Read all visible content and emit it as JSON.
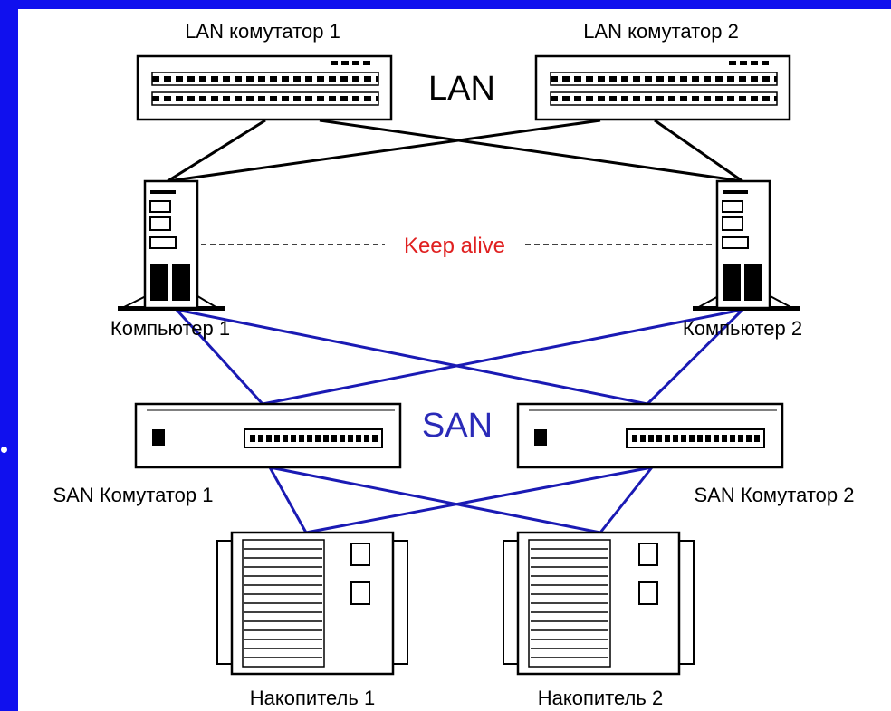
{
  "labels": {
    "lan_switch_1": "LAN комутатор 1",
    "lan_switch_2": "LAN комутатор 2",
    "lan": "LAN",
    "keep_alive": "Keep alive",
    "computer_1": "Компьютер 1",
    "computer_2": "Компьютер 2",
    "san": "SAN",
    "san_switch_1": "SAN Комутатор 1",
    "san_switch_2": "SAN Комутатор 2",
    "storage_1": "Накопитель 1",
    "storage_2": "Накопитель 2"
  },
  "colors": {
    "background": "#1010ee",
    "canvas": "#ffffff",
    "lan_link": "#000000",
    "san_link": "#1a1ab4",
    "keep_alive_text": "#e02020",
    "san_text": "#2a2ab8"
  }
}
